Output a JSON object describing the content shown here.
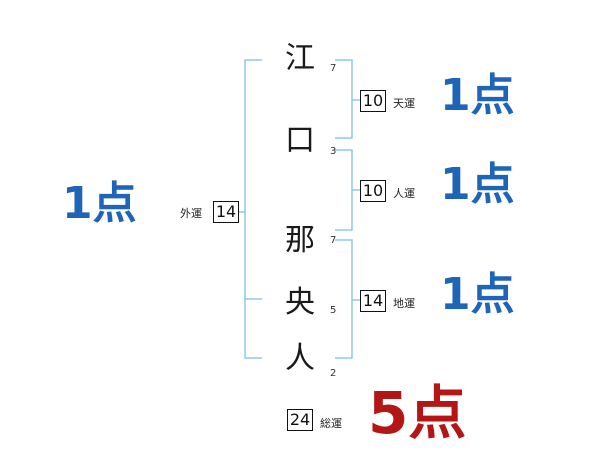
{
  "name_chars": [
    {
      "char": "江",
      "strokes": "7"
    },
    {
      "char": "口",
      "strokes": "3"
    },
    {
      "char": "那",
      "strokes": "7"
    },
    {
      "char": "央",
      "strokes": "5"
    },
    {
      "char": "人",
      "strokes": "2"
    }
  ],
  "tenkaku": {
    "value": "10",
    "label": "天運",
    "score": "1点"
  },
  "jinkaku": {
    "value": "10",
    "label": "人運",
    "score": "1点"
  },
  "chikaku": {
    "value": "14",
    "label": "地運",
    "score": "1点"
  },
  "gaikaku": {
    "value": "14",
    "label": "外運",
    "score": "1点"
  },
  "soukaku": {
    "value": "24",
    "label": "総運",
    "score": "5点"
  },
  "colors": {
    "bracket": "#8ec8e8",
    "score_blue": "#1f65b7",
    "score_red": "#b41515"
  }
}
